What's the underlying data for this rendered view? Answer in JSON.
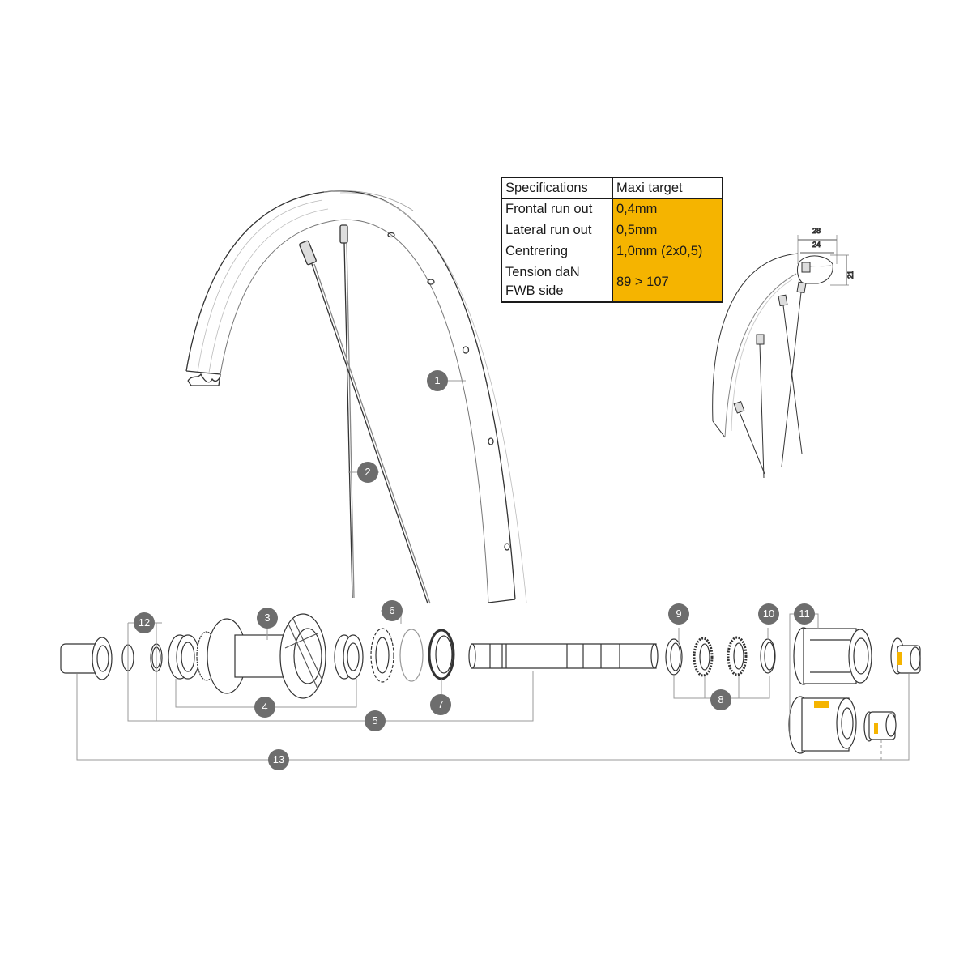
{
  "specifications_table": {
    "header": {
      "label": "Specifications",
      "value": "Maxi target"
    },
    "rows": [
      {
        "label": "Frontal run out",
        "value": "0,4mm"
      },
      {
        "label": "Lateral run out",
        "value": "0,5mm"
      },
      {
        "label": "Centrering",
        "value": "1,0mm (2x0,5)"
      },
      {
        "label_line1": "Tension daN",
        "label_line2": "FWB side",
        "value": "89 > 107"
      }
    ],
    "highlight_color": "#f5b400"
  },
  "rim_profile_dimensions": {
    "outer_width": "28",
    "inner_width": "24",
    "height": "21"
  },
  "callouts": [
    {
      "number": "1",
      "part": "rim"
    },
    {
      "number": "2",
      "part": "spokes"
    },
    {
      "number": "3",
      "part": "hub body"
    },
    {
      "number": "4",
      "part": "hub bearings"
    },
    {
      "number": "5",
      "part": "axle kit"
    },
    {
      "number": "6",
      "part": "ratchet ring and circlip"
    },
    {
      "number": "7",
      "part": "seal"
    },
    {
      "number": "8",
      "part": "freehub internals"
    },
    {
      "number": "9",
      "part": "spacer ring"
    },
    {
      "number": "10",
      "part": "seal ring"
    },
    {
      "number": "11",
      "part": "freehub body"
    },
    {
      "number": "12",
      "part": "washers"
    },
    {
      "number": "13",
      "part": "end caps"
    }
  ],
  "colors": {
    "badge": "#6d6d6d",
    "line": "#9a9a9a",
    "drawing": "#333333",
    "accent": "#f5b400"
  }
}
